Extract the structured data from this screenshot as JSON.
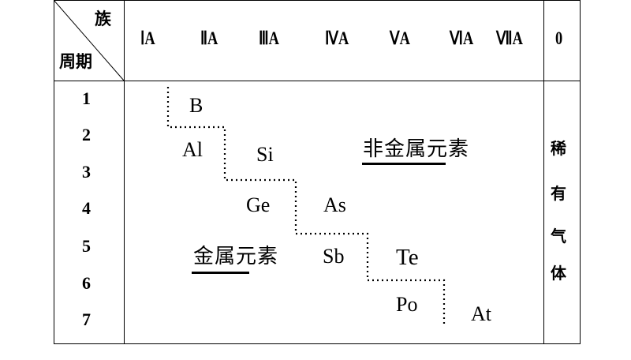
{
  "corner": {
    "group_label": "族",
    "period_label": "周期"
  },
  "groups": [
    "ⅠA",
    "ⅡA",
    "ⅢA",
    "ⅣA",
    "ⅤA",
    "ⅥA",
    "ⅦA",
    "0"
  ],
  "periods": [
    "1",
    "2",
    "3",
    "4",
    "5",
    "6",
    "7"
  ],
  "elements": [
    "B",
    "Al",
    "Si",
    "Ge",
    "As",
    "Sb",
    "Te",
    "Po",
    "At"
  ],
  "regions": {
    "nonmetal": "非金属元素",
    "metal": "金属元素"
  },
  "noble_gas": [
    "稀",
    "有",
    "气",
    "体"
  ]
}
